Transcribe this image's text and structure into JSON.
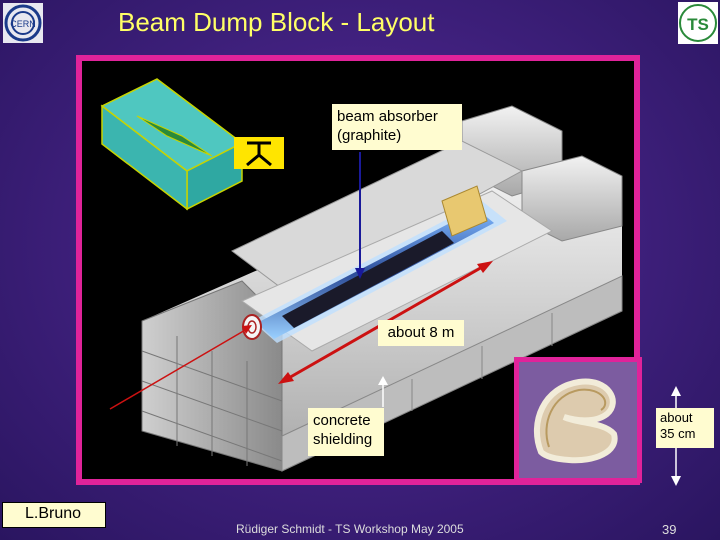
{
  "slide": {
    "title": "Beam Dump Block - Layout",
    "labels": {
      "absorber": "beam absorber (graphite)",
      "length": "about 8 m",
      "shielding": "concrete shielding",
      "diameter": "about 35 cm"
    },
    "author": "L.Bruno",
    "footer": "Rüdiger Schmidt - TS Workshop May 2005",
    "page_number": "39"
  },
  "logos": {
    "left": "CERN",
    "right": "TS"
  },
  "colors": {
    "title": "#ffff66",
    "frame": "#e0239a",
    "label_bg": "#fffcd0",
    "arrow": "#cc1111"
  }
}
